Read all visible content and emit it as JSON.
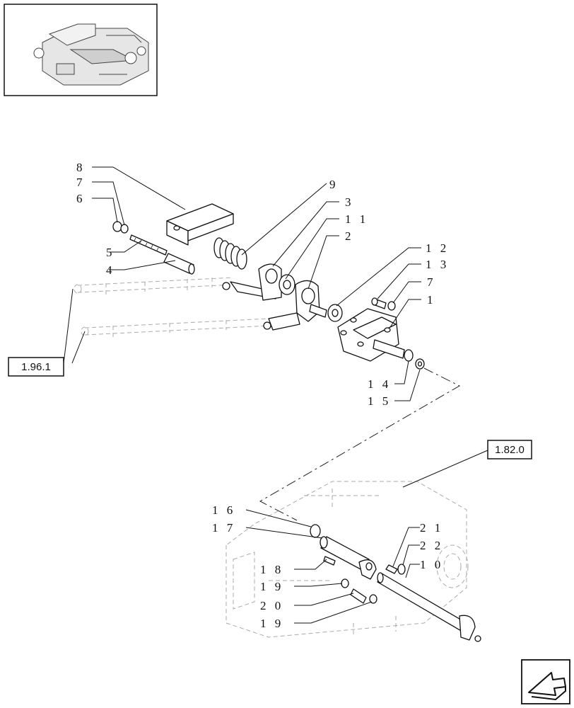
{
  "references": {
    "ref_1961": "1.96.1",
    "ref_1820": "1.82.0"
  },
  "callouts": {
    "c8": "8",
    "c7a": "7",
    "c6": "6",
    "c5": "5",
    "c4": "4",
    "c9": "9",
    "c3": "3",
    "c11": "1 1",
    "c2": "2",
    "c12": "1 2",
    "c13": "1 3",
    "c7b": "7",
    "c1": "1",
    "c14": "1 4",
    "c15": "1 5",
    "c16": "1 6",
    "c17": "1 7",
    "c18": "1 8",
    "c19a": "1 9",
    "c20": "2 0",
    "c19b": "1 9",
    "c21": "2 1",
    "c22": "2 2",
    "c10": "1 0"
  },
  "icons": {
    "thumbnail": "assembly-thumbnail-icon",
    "nav": "next-page-arrow-icon"
  }
}
